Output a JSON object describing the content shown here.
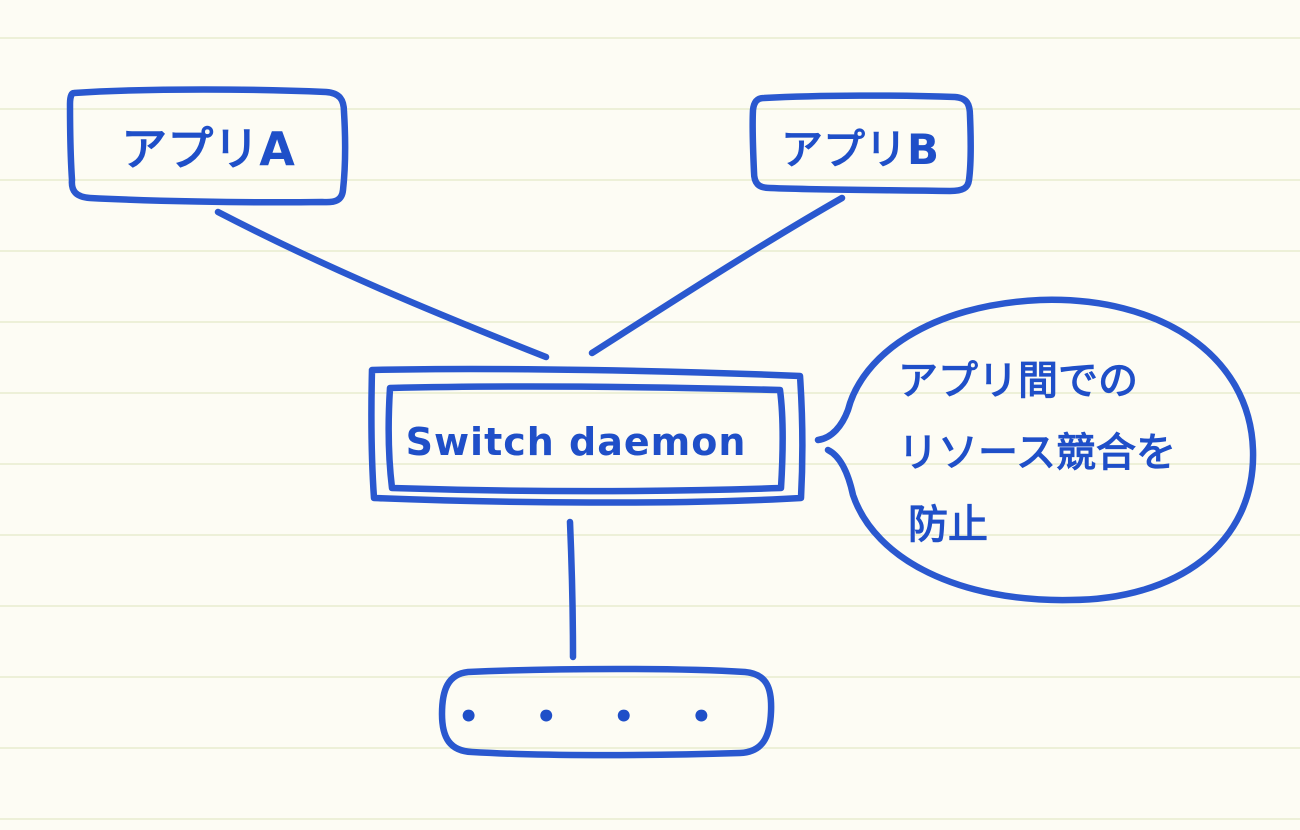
{
  "diagram": {
    "ink_color": "#2a58cf",
    "paper_color": "#fdfcf4",
    "rule_color": "#e4e8c8",
    "nodes": {
      "app_a": {
        "label": "アプリA"
      },
      "app_b": {
        "label": "アプリB"
      },
      "switch_daemon": {
        "label": "Switch daemon"
      },
      "more": {
        "label": "• • • •"
      }
    },
    "note": {
      "lines": [
        "アプリ間での",
        "リソース競合を",
        "防止"
      ]
    }
  }
}
